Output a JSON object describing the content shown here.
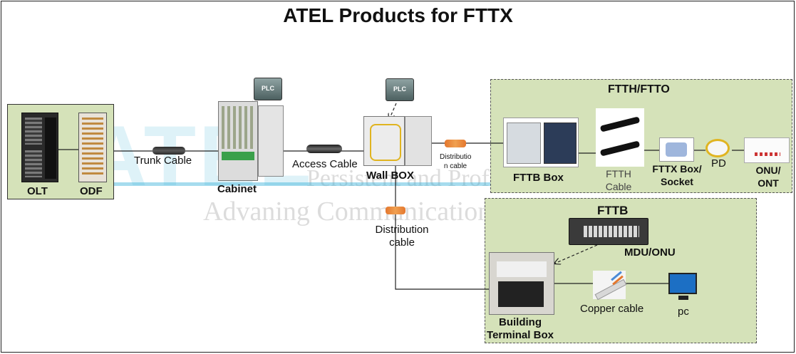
{
  "title": "ATEL Products for FTTX",
  "watermark": {
    "logo": "ATEL",
    "line1": "Persistent and Professional",
    "line2": "Advaning Communication Worldwide"
  },
  "devices": {
    "olt": "OLT",
    "odf": "ODF",
    "cabinet": "Cabinet",
    "wall_box": "Wall BOX",
    "plc_cabinet": "PLC",
    "plc_wallbox": "PLC",
    "fttb_box": "FTTB Box",
    "ftth_cable_1": "FTTH",
    "ftth_cable_2": "Cable",
    "fttx_box_1": "FTTX Box/",
    "fttx_box_2": "Socket",
    "pd": "PD",
    "onu_1": "ONU/",
    "onu_2": "ONT",
    "mdu_onu": "MDU/ONU",
    "building_1": "Building",
    "building_2": "Terminal Box",
    "copper_cable": "Copper cable",
    "pc": "pc"
  },
  "cables": {
    "trunk": "Trunk Cable",
    "access": "Access Cable",
    "distribution_small_1": "Distributio",
    "distribution_small_2": "n cable",
    "distribution_1": "Distribution",
    "distribution_2": "cable"
  },
  "zones": {
    "ftth": "FTTH/FTTO",
    "fttb": "FTTB"
  },
  "colors": {
    "zone_fill": "#d5e2b9",
    "zone_border": "#555555",
    "cable_orange": "#e4772e",
    "watermark_blue": "#3ab2d9"
  }
}
